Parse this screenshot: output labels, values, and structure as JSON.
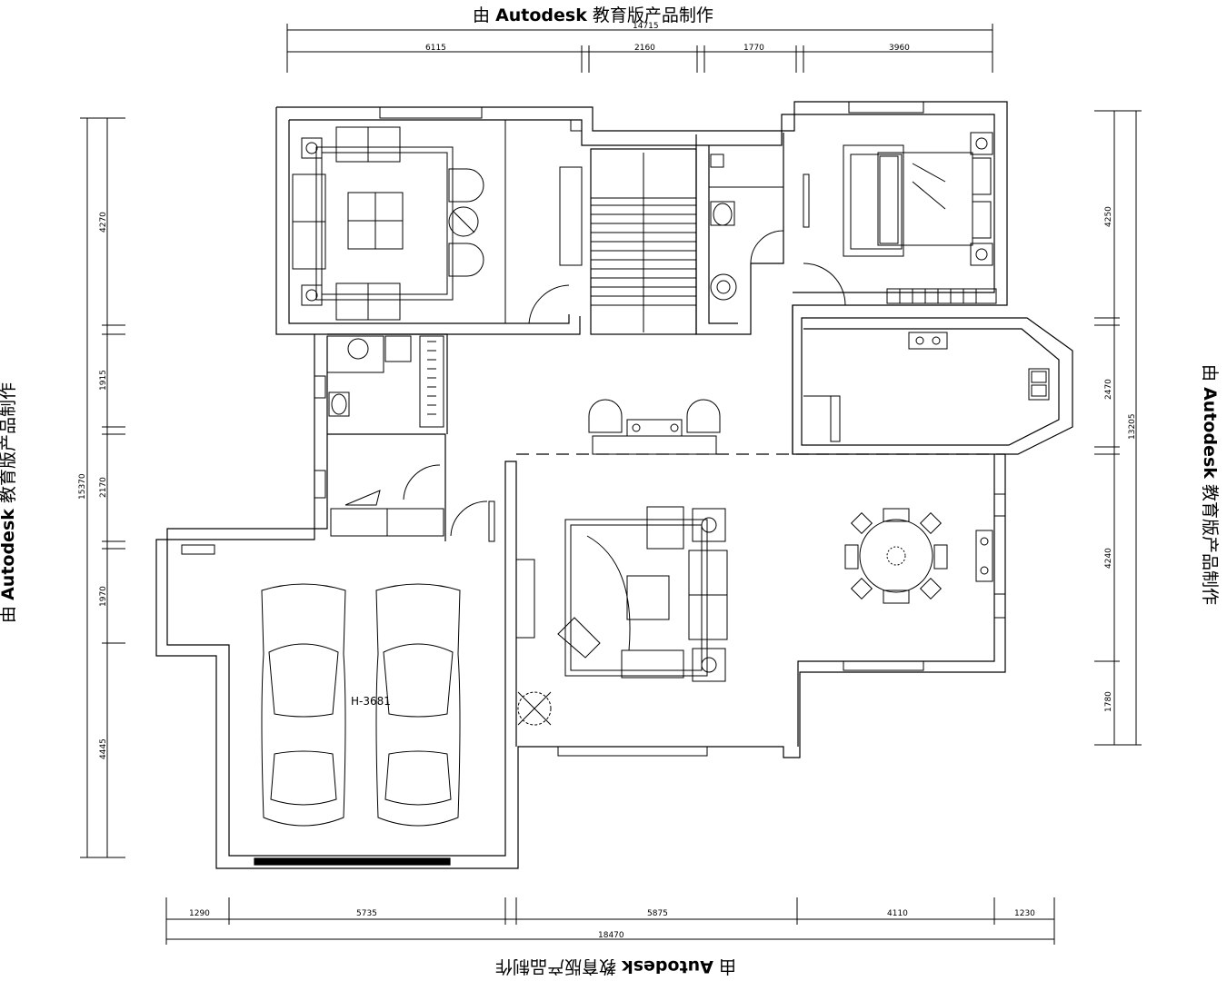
{
  "watermark": {
    "prefix": "由",
    "brand": "Autodesk",
    "suffix": "教育版产品制作"
  },
  "dimensions": {
    "top_total": "14715",
    "top_segments": [
      "6115",
      "2160",
      "1770",
      "3960"
    ],
    "bottom_total": "18470",
    "bottom_segments": [
      "1290",
      "5735",
      "5875",
      "4110",
      "1230"
    ],
    "left_total": "15370",
    "left_segments": [
      "4270",
      "1915",
      "2170",
      "1970",
      "4445"
    ],
    "right_total": "13205",
    "right_segments": [
      "4250",
      "2470",
      "4240",
      "1780"
    ]
  },
  "labels": {
    "garage_code": "H-3681"
  },
  "colors": {
    "line": "#000000",
    "background": "#ffffff"
  }
}
